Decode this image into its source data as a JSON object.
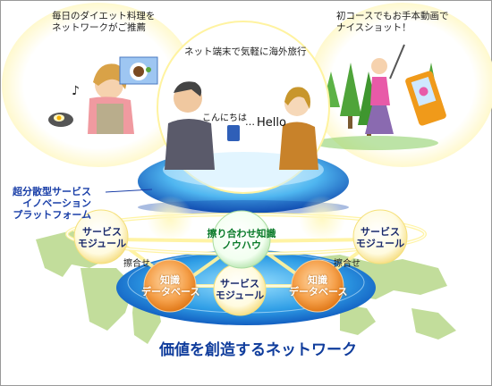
{
  "labels": {
    "top_left_caption": "毎日のダイエット料理を\nネットワークがご推薦",
    "top_right_caption": "初コースでもお手本動画で\nナイスショット！",
    "center_caption": "ネット端末で気軽に海外旅行",
    "speech_jp": "こんにちは",
    "speech_ellipsis": "…",
    "speech_en": "Hello",
    "platform_label": "超分散型サービス\nイノベーション\nプラットフォーム",
    "service_module_left": "サービス\nモジュール",
    "service_module_right": "サービス\nモジュール",
    "service_module_center": "サービス\nモジュール",
    "knowledge_left": "知識\nデータベース",
    "knowledge_right": "知識\nデータベース",
    "knowhow_center": "擦り合わせ知識\nノウハウ",
    "match_left": "擦合せ",
    "match_right": "擦合せ",
    "footer_title": "価値を創造するネットワーク"
  },
  "colors": {
    "network_blue": "#1a6fd6",
    "network_lines": "#fff6a0",
    "knowledge_orange": "#f08a2a",
    "title_blue": "#0f3c9c"
  }
}
